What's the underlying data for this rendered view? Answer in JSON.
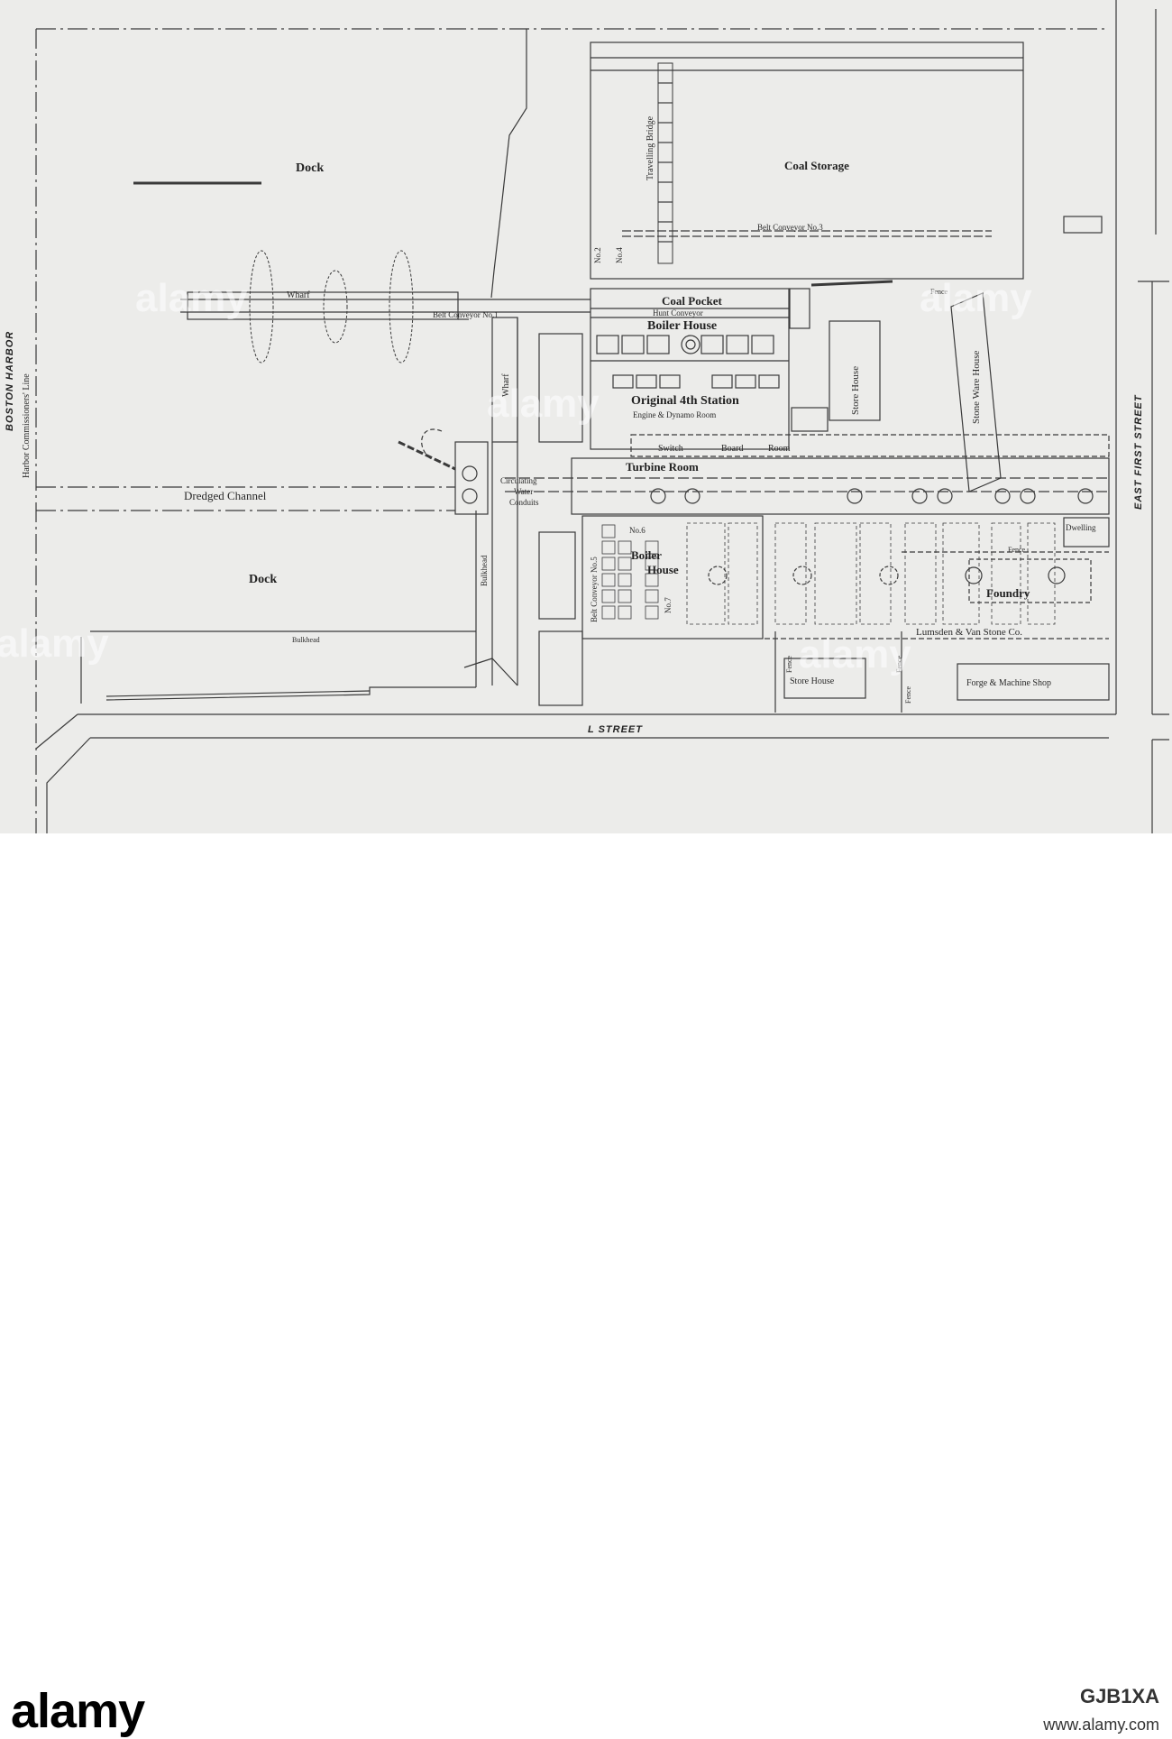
{
  "map": {
    "streets": {
      "l_street": "L STREET",
      "east_first_street": "EAST FIRST STREET",
      "boston_harbor": "BOSTON HARBOR",
      "harbor_line": "Harbor Commissioners' Line"
    },
    "labels": {
      "dock_upper": "Dock",
      "dock_lower": "Dock",
      "coal_storage": "Coal Storage",
      "travelling_bridge": "Travelling Bridge",
      "belt_conveyor_3": "Belt Conveyor No.3",
      "belt_conveyor_1": "Belt Conveyor No.1",
      "no2": "No.2",
      "no4": "No.4",
      "wharf_upper": "Wharf",
      "wharf_vertical": "Wharf",
      "coal_pocket": "Coal Pocket",
      "hunt_conveyor": "Hunt Conveyor",
      "boiler_house_upper": "Boiler House",
      "original_station": "Original 4th Station",
      "engine_dynamo_room": "Engine & Dynamo Room",
      "store_house_upper": "Store House",
      "stone_ware_house": "Stone Ware House",
      "fence_upper": "Fence",
      "switch": "Switch",
      "board": "Board",
      "room": "Room",
      "turbine_room": "Turbine Room",
      "circulating": "Circulating",
      "water": "Water",
      "conduits": "Conduits",
      "dredged_channel": "Dredged Channel",
      "bulkhead_vertical": "Bulkhead",
      "bulkhead_horizontal": "Bulkhead",
      "no6": "No.6",
      "boiler": "Boiler",
      "house": "House",
      "belt_conveyor_5": "Belt Conveyor No.5",
      "no7": "No.7",
      "dwelling": "Dwelling",
      "fence_mid": "Fence",
      "foundry": "Foundry",
      "lumsden": "Lumsden & Van Stone Co.",
      "fence_a": "Fence",
      "fence_b": "Fence",
      "fence_c": "Fence",
      "store_house_lower": "Store House",
      "forge_shop": "Forge & Machine Shop"
    }
  },
  "watermark": {
    "text": "alamy"
  },
  "footer": {
    "logo": "alamy",
    "image_id": "GJB1XA",
    "site": "www.alamy.com"
  }
}
